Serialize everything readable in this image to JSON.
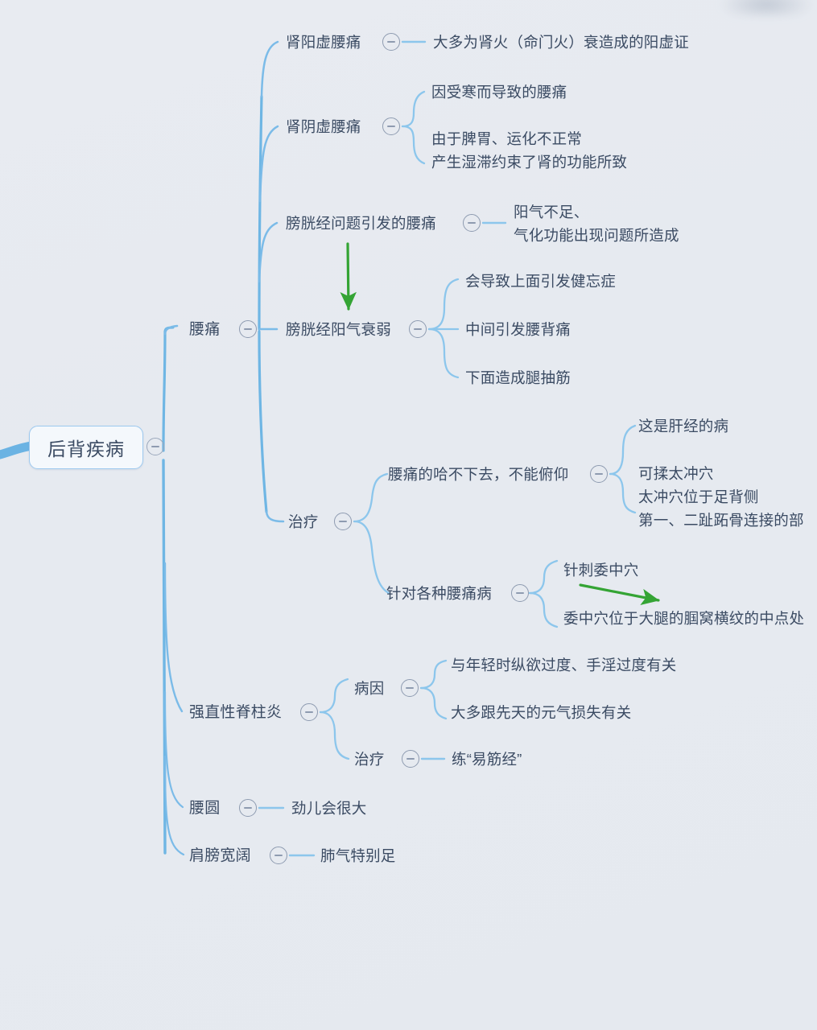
{
  "document": {
    "type": "mindmap",
    "title": "后背疾病",
    "background_color": "#e7ebf1",
    "text_color": "#3b4b63",
    "branch_color": "#7bbbe8",
    "annotation_color": "#34a434"
  },
  "root": {
    "label": "后背疾病"
  },
  "branches": {
    "yaotong": {
      "label": "腰痛",
      "children": {
        "shenyangxu": {
          "label": "肾阳虚腰痛",
          "detail": "大多为肾火（命门火）衰造成的阳虚证"
        },
        "shenyinxu": {
          "label": "肾阴虚腰痛",
          "detail_1": "因受寒而导致的腰痛",
          "detail_2_line1": "由于脾胃、运化不正常",
          "detail_2_line2": "产生湿滞约束了肾的功能所致"
        },
        "pangguangjing_wenti": {
          "label": "膀胱经问题引发的腰痛",
          "detail_line1": "阳气不足、",
          "detail_line2": "气化功能出现问题所造成"
        },
        "pangguangjing_shuairuo": {
          "label": "膀胱经阳气衰弱",
          "detail_1": "会导致上面引发健忘症",
          "detail_2": "中间引发腰背痛",
          "detail_3": "下面造成腿抽筋"
        },
        "zhiliao": {
          "label": "治疗",
          "children": {
            "yaotong_ha": {
              "label": "腰痛的哈不下去，不能俯仰",
              "detail_1": "这是肝经的病",
              "detail_2_line1": "可揉太冲穴",
              "detail_2_line2": "太冲穴位于足背侧",
              "detail_2_line3": "第一、二趾跖骨连接的部"
            },
            "zhendui": {
              "label": "针对各种腰痛病",
              "detail_1": "针刺委中穴",
              "detail_2": "委中穴位于大腿的腘窝横纹的中点处"
            }
          }
        }
      }
    },
    "qiangzhi": {
      "label": "强直性脊柱炎",
      "children": {
        "bingyin": {
          "label": "病因",
          "detail_1": "与年轻时纵欲过度、手淫过度有关",
          "detail_2": "大多跟先天的元气损失有关"
        },
        "zhiliao": {
          "label": "治疗",
          "detail": "练“易筋经”"
        }
      }
    },
    "yaoyuan": {
      "label": "腰圆",
      "detail": "劲儿会很大"
    },
    "jianbang": {
      "label": "肩膀宽阔",
      "detail": "肺气特别足"
    }
  },
  "annotations": {
    "arrow_down": {
      "icon": "green-down-arrow",
      "color": "#34a434"
    },
    "arrow_right": {
      "icon": "green-right-arrow",
      "color": "#34a434"
    }
  }
}
